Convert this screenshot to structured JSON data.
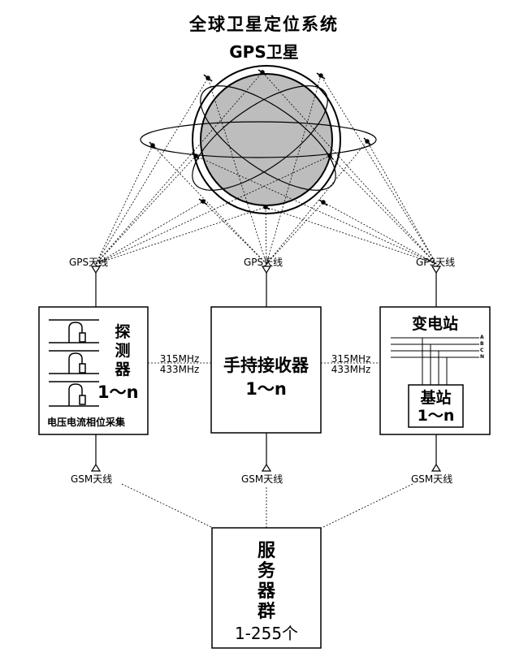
{
  "title": "全球卫星定位系统",
  "subtitle": "GPS卫星",
  "antennas": {
    "gps_left": "GPS天线",
    "gps_center": "GPS天线",
    "gps_right": "GPS天线",
    "gsm_left": "GSM天线",
    "gsm_center": "GSM天线",
    "gsm_right": "GSM天线"
  },
  "detector": {
    "label_chars": [
      "探",
      "测",
      "器"
    ],
    "count": "1～n",
    "caption": "电压电流相位采集"
  },
  "receiver": {
    "title": "手持接收器",
    "count": "1～n"
  },
  "substation": {
    "title": "变电站",
    "bus_labels": [
      "A",
      "B",
      "C",
      "N"
    ],
    "base_station": "基站",
    "base_count": "1～n"
  },
  "links": {
    "left": [
      "315MHz",
      "433MHz"
    ],
    "right": [
      "315MHz",
      "433MHz"
    ]
  },
  "server": {
    "label_chars": [
      "服",
      "务",
      "器",
      "群"
    ],
    "count": "1-255个"
  }
}
